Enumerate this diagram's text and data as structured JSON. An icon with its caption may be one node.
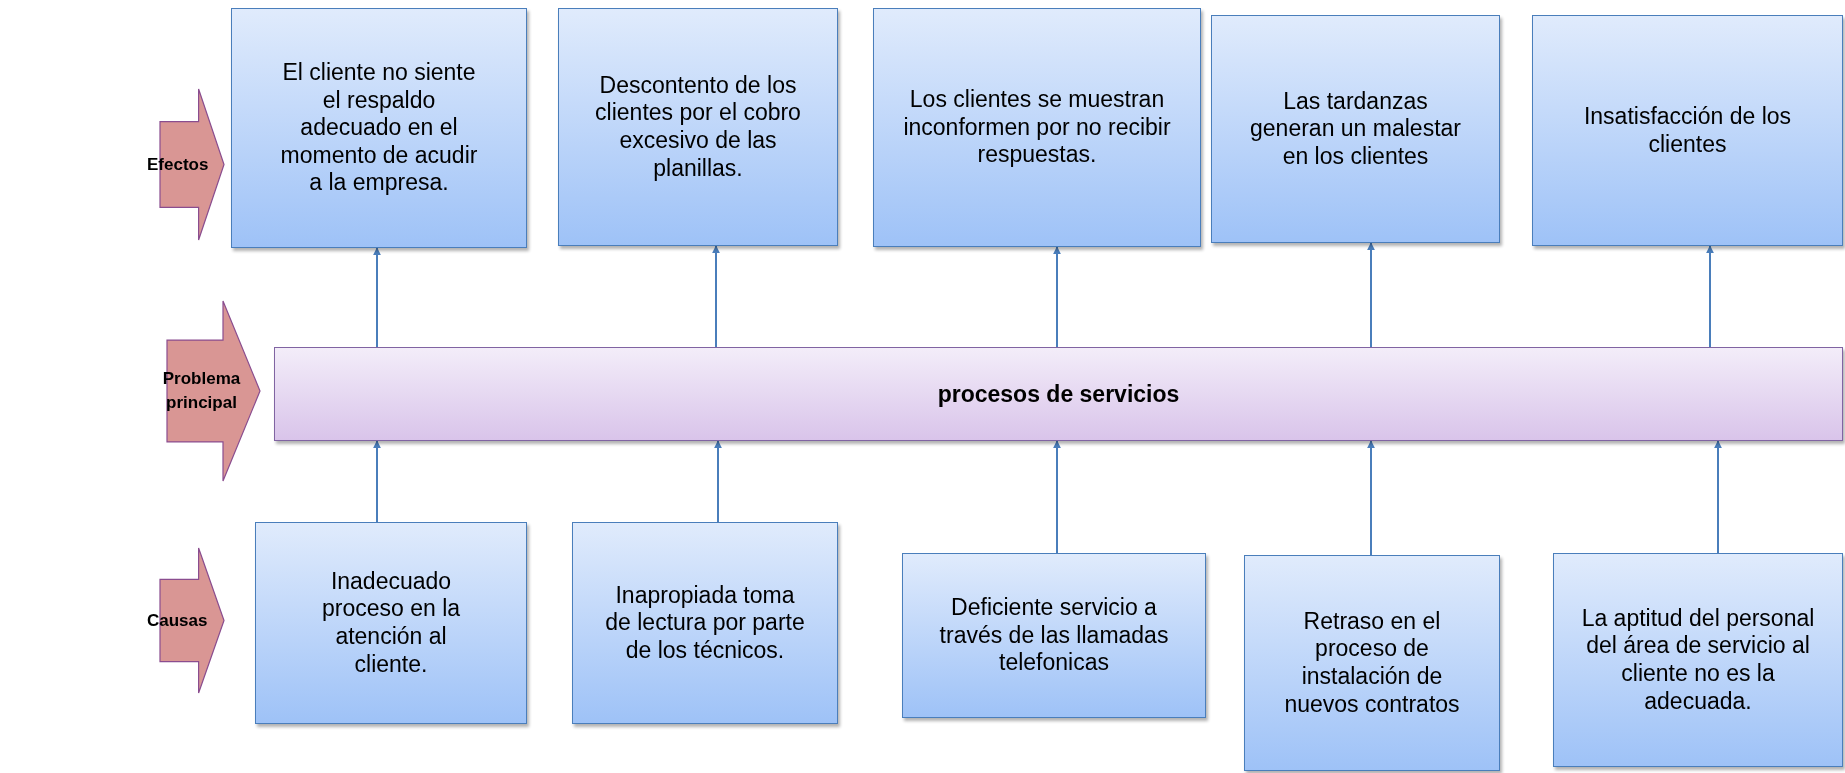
{
  "diagram": {
    "nodes": [
      {
        "text": [
          "Efectos"
        ]
      },
      {
        "text": [
          "El cliente no siente el respaldo adecuado en el momento de acudir a la empresa."
        ]
      },
      {
        "text": [
          "Descontento de los clientes por el cobro excesivo de las planillas."
        ]
      },
      {
        "text": [
          "Los clientes se muestran inconformen por no recibir respuestas."
        ]
      },
      {
        "text": [
          "Las tardanzas generan un malestar en los clientes"
        ]
      },
      {
        "text": [
          "Insatisfacción de los clientes"
        ]
      },
      {
        "text": [
          "Problema principal"
        ]
      },
      {
        "text": [
          "procesos de servicios"
        ]
      },
      {
        "text": [
          "Causas"
        ]
      },
      {
        "text": [
          "Inadecuado proceso en la atención al cliente."
        ]
      },
      {
        "text": [
          "Inapropiada toma de lectura por parte de los técnicos."
        ]
      },
      {
        "text": [
          "Deficiente servicio a través de las llamadas telefonicas"
        ]
      },
      {
        "text": [
          "Retraso en el proceso de instalación de nuevos contratos"
        ]
      },
      {
        "text": [
          "La aptitud del personal del área de servicio al cliente no es la adecuada."
        ]
      }
    ],
    "edges": [
      {
        "from": 7,
        "to": 1,
        "arrow": "to"
      },
      {
        "from": 7,
        "to": 2,
        "arrow": "to"
      },
      {
        "from": 7,
        "to": 3,
        "arrow": "to"
      },
      {
        "from": 7,
        "to": 4,
        "arrow": "to"
      },
      {
        "from": 7,
        "to": 5,
        "arrow": "to"
      },
      {
        "from": 9,
        "to": 7,
        "arrow": "to"
      },
      {
        "from": 10,
        "to": 7,
        "arrow": "to"
      },
      {
        "from": 11,
        "to": 7,
        "arrow": "to"
      },
      {
        "from": 12,
        "to": 7,
        "arrow": "to"
      },
      {
        "from": 13,
        "to": 7,
        "arrow": "to"
      }
    ]
  }
}
